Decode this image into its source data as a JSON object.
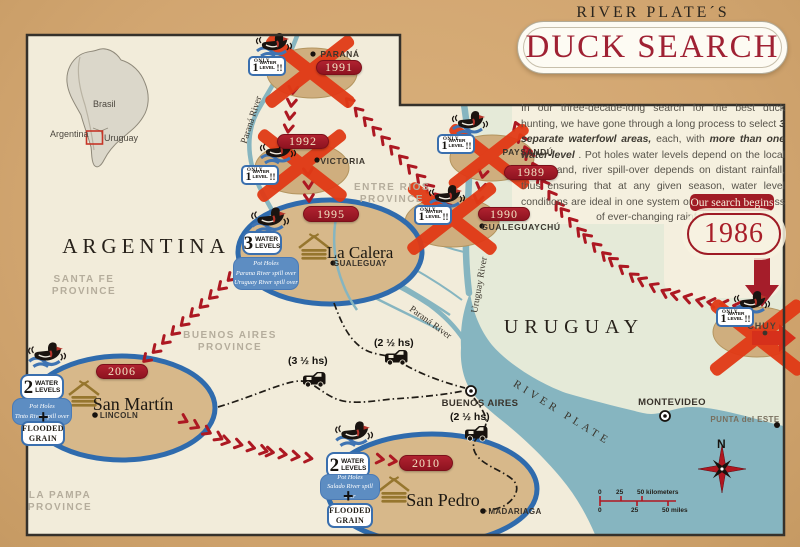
{
  "header": {
    "super_title": "RIVER PLATE´S",
    "title": "DUCK SEARCH"
  },
  "intro": {
    "p1": "In our three-decade-long search for the best duck hunting, we have gone through a long process to select ",
    "b1": "3 separate waterfowl areas,",
    "p2": " each, with ",
    "b2": "more than one water-level",
    "p3": " . Pot holes water levels depend on the local rainfall and, river spill-over depends on distant rainfall, thus ensuring that at any given season, water level conditions are ideal in one system or another, regardless of ever-changing rainfall."
  },
  "search": {
    "label": "Our search begins",
    "year": "1986"
  },
  "inset": {
    "brasil": "Brasil",
    "argentina": "Argentina",
    "uruguay": "Uruguay"
  },
  "map": {
    "countries": {
      "argentina": "ARGENTINA",
      "uruguay": "URUGUAY"
    },
    "provinces": {
      "santa_fe": "SANTA FE\nPROVINCE",
      "entre_rios": "ENTRE RIOS\nPROVINCE",
      "buenos_aires": "BUENOS AIRES\nPROVINCE",
      "la_pampa": "LA PAMPA\nPROVINCE"
    },
    "rivers": {
      "parana_upper": "Paraná River",
      "parana_delta": "Paraná River",
      "uruguay": "Uruguay River",
      "plate": "RIVER PLATE"
    },
    "cities": {
      "buenos_aires": "BUENOS AIRES",
      "montevideo": "MONTEVIDEO",
      "punta_del_este": "PUNTA del ESTE"
    }
  },
  "water_badge": {
    "only": "ONLY",
    "num": "1",
    "lines": "WATER\nLEVEL",
    "bang": "!!"
  },
  "abandoned": [
    {
      "year": "1991",
      "name": "PARANÁ"
    },
    {
      "year": "1992",
      "name": "VICTORIA"
    },
    {
      "year": "1989",
      "name": "PAYSANDÚ"
    },
    {
      "year": "1990",
      "name": "GUALEGUAYCHÚ"
    },
    {
      "year": "",
      "name": "CHUY"
    }
  ],
  "lodges": [
    {
      "year": "1995",
      "name": "La Calera",
      "city": "GUALEGUAY",
      "num": "3",
      "water": "WATER\nLEVELS",
      "info": "Pot Holes\nParana River spill over\nUruguay River spill over",
      "plus": "",
      "flooded": ""
    },
    {
      "year": "2006",
      "name": "San Martín",
      "city": "LINCOLN",
      "num": "2",
      "water": "WATER\nLEVELS",
      "info": "Pot Holes\nTinto River spill over",
      "plus": "+",
      "flooded": "FLOODED\nGRAIN"
    },
    {
      "year": "2010",
      "name": "San Pedro",
      "city": "MADARIAGA",
      "num": "2",
      "water": "WATER\nLEVELS",
      "info": "Pot Holes\nSalado River spill over",
      "plus": "+",
      "flooded": "FLOODED\nGRAIN"
    }
  ],
  "travel": {
    "t1": "(3 ½ hs)",
    "t2": "(2 ½ hs)",
    "t3": "(2 ½ hs)"
  },
  "compass": {
    "north": "N"
  },
  "scale": {
    "km0": "0",
    "km25": "25",
    "km50": "50 kilometers",
    "mi0": "0",
    "mi25": "25",
    "mi50": "50 miles"
  },
  "colors": {
    "frame_tan": "#d4a873",
    "argentina_land": "#f2ecda",
    "uruguay_land": "#e5ead8",
    "water": "#86b5c0",
    "accent_red": "#a51d2a",
    "cross_red": "#e13a16",
    "badge_blue": "#3a6fae",
    "info_blue": "#5d8dc2",
    "ellipse_tan": "#d7b88a"
  }
}
